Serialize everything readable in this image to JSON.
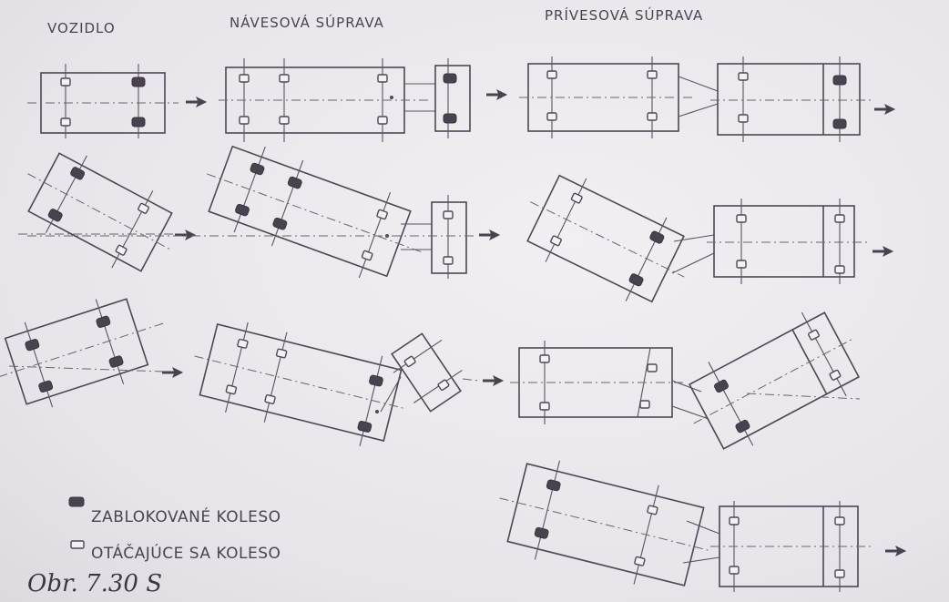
{
  "headers": {
    "vehicle": "VOZIDLO",
    "semitrailer": "NÁVESOVÁ SÚPRAVA",
    "trailer": "PRÍVESOVÁ SÚPRAVA"
  },
  "legend": {
    "locked_wheel": "ZABLOKOVANÉ KOLESO",
    "rotating_wheel": "OTÁČAJÚCE SA KOLESO"
  },
  "caption": "Obr. 7.30  S",
  "colors": {
    "line": "#4e4756",
    "locked_wheel_fill": "#4a434f",
    "paper": "#e9e7ea"
  }
}
